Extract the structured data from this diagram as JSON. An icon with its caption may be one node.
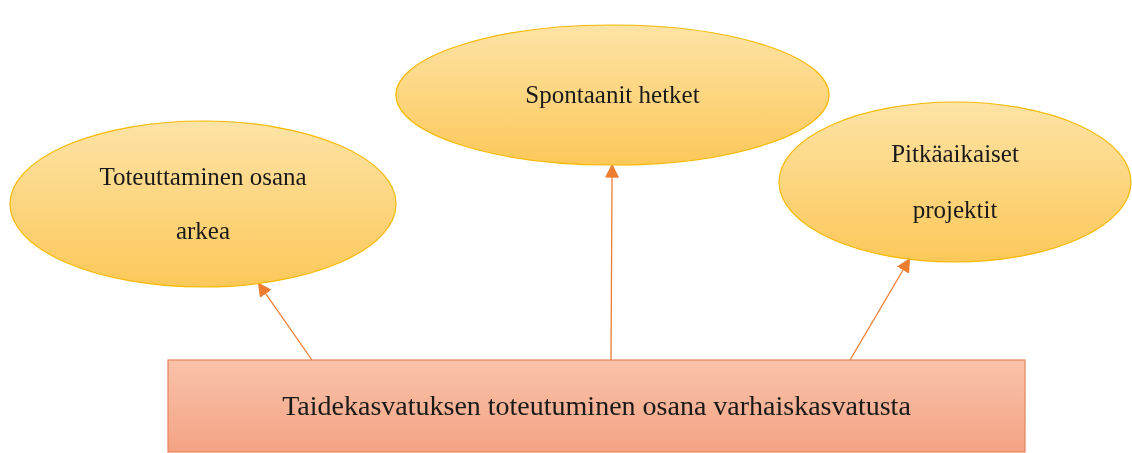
{
  "diagram": {
    "nodes": [
      {
        "text": [
          "Toteuttaminen osana arkea"
        ]
      },
      {
        "text": [
          "Spontaanit hetket"
        ]
      },
      {
        "text": [
          "Pitkäaikaiset projektit"
        ]
      },
      {
        "text": [
          "Taidekasvatuksen toteutuminen osana varhaiskasvatusta"
        ]
      }
    ],
    "edges": [
      {
        "from": 3,
        "to": 0,
        "arrow": "to"
      },
      {
        "from": 3,
        "to": 1,
        "arrow": "to"
      },
      {
        "from": 3,
        "to": 2,
        "arrow": "to"
      }
    ]
  }
}
